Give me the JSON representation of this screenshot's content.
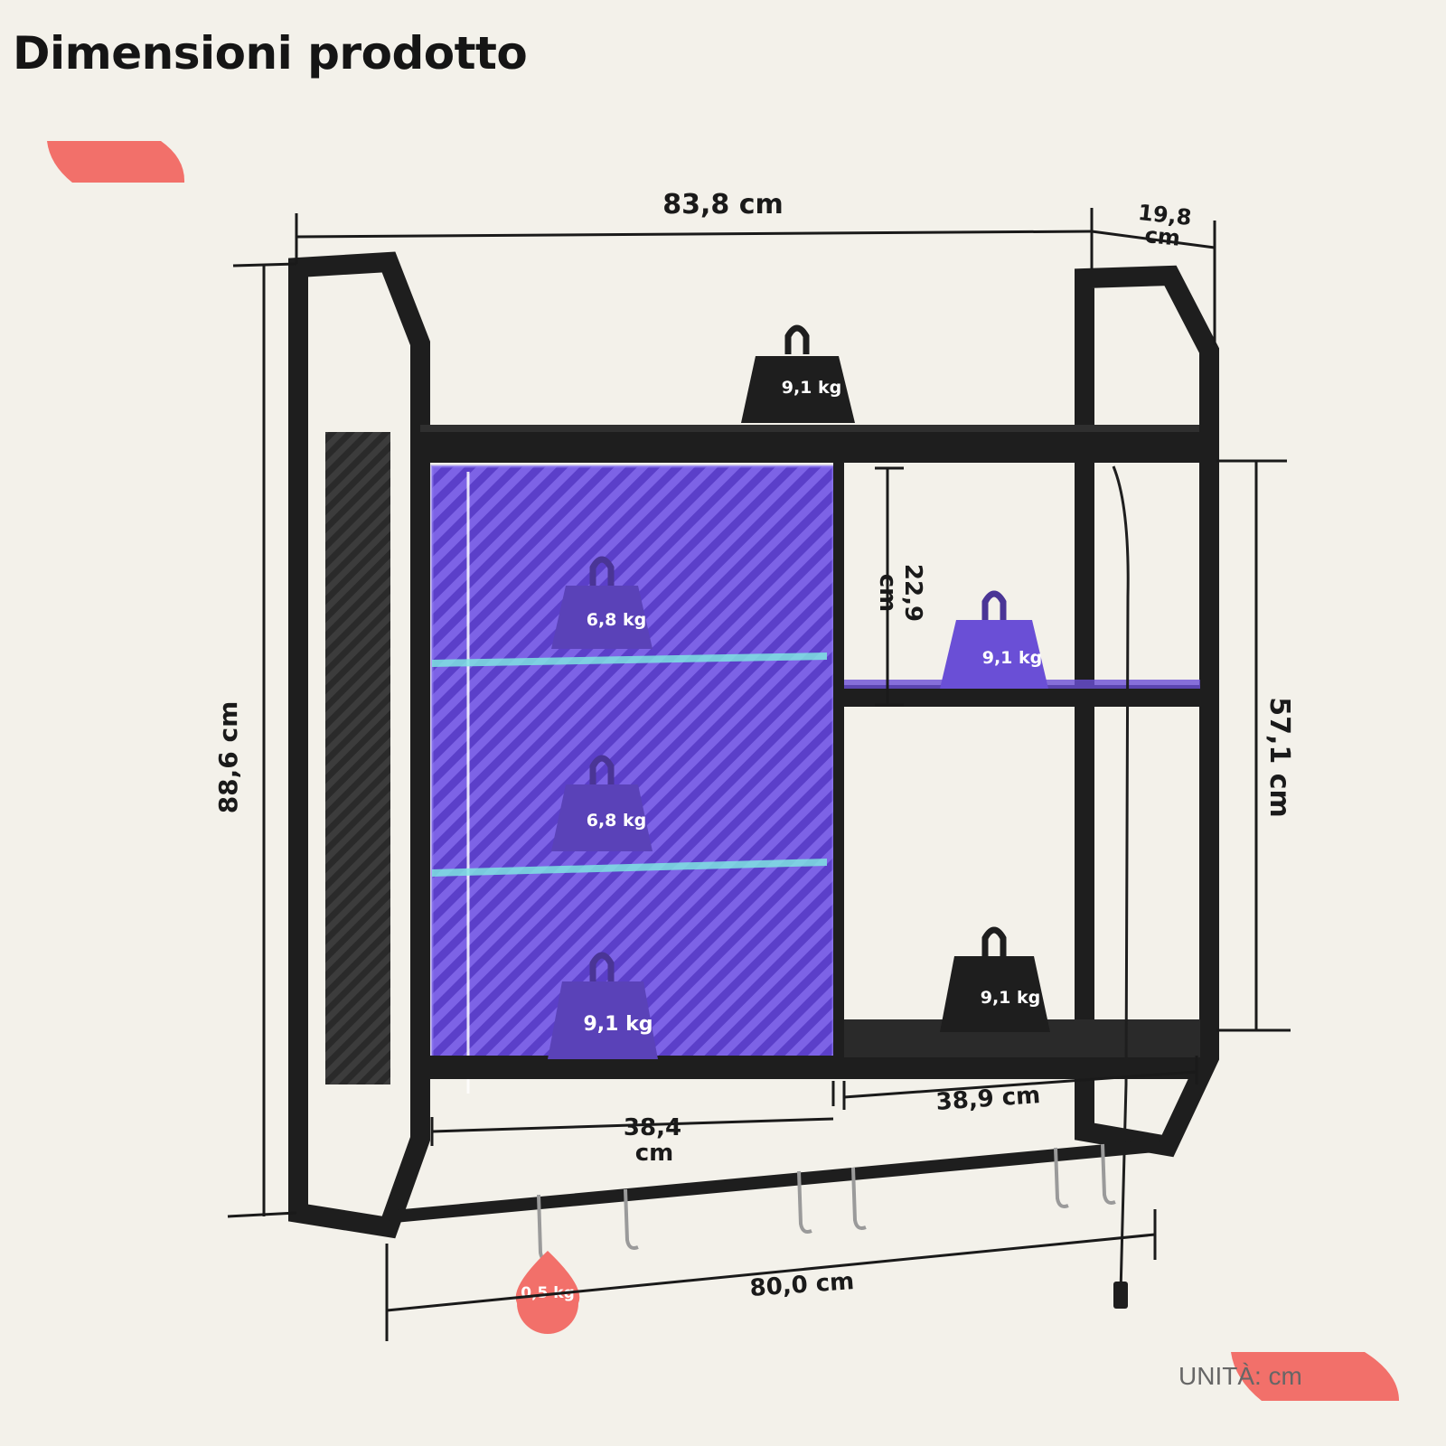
{
  "title": "Dimensioni prodotto",
  "dimensions": {
    "total_width": "83,8 cm",
    "depth": "19,8",
    "depth_unit": "cm",
    "total_height": "88,6 cm",
    "right_height": "57,1 cm",
    "compartment_height": "22,9",
    "compartment_height_unit": "cm",
    "left_width": "38,4",
    "left_width_unit": "cm",
    "right_width": "38,9 cm",
    "rod_width": "80,0 cm"
  },
  "loads": {
    "top": "9,1 kg",
    "glass_upper": "6,8 kg",
    "glass_lower": "6,8 kg",
    "cabinet_bottom": "9,1 kg",
    "right_middle": "9,1 kg",
    "right_bottom": "9,1 kg",
    "hook": "0,5 kg"
  },
  "unit_label": "UNITÀ: cm",
  "colors": {
    "accent_coral": "#f2706a",
    "led_purple": "#6a4fd6",
    "frame": "#1e1e1e",
    "background": "#f3f1ea"
  }
}
